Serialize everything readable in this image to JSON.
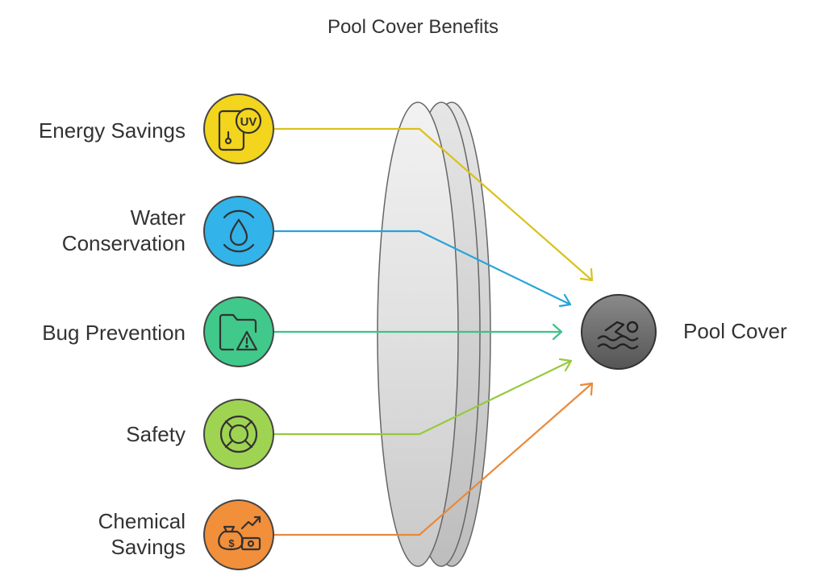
{
  "title": "Pool Cover Benefits",
  "target": {
    "label": "Pool Cover",
    "icon": "swimmer-icon",
    "color": "#6e6e6e"
  },
  "benefits": [
    {
      "label": "Energy Savings",
      "icon": "uv-device-icon",
      "color": "#f2d51c",
      "stroke": "#d9c21b"
    },
    {
      "label": "Water Conservation",
      "icon": "water-drop-icon",
      "color": "#32b3ea",
      "stroke": "#27a3d9"
    },
    {
      "label": "Bug Prevention",
      "icon": "folder-warning-icon",
      "color": "#40c98a",
      "stroke": "#3cc287"
    },
    {
      "label": "Safety",
      "icon": "life-ring-icon",
      "color": "#9fd452",
      "stroke": "#96c93d"
    },
    {
      "label": "Chemical Savings",
      "icon": "money-growth-icon",
      "color": "#f28f3a",
      "stroke": "#e8893a"
    }
  ]
}
